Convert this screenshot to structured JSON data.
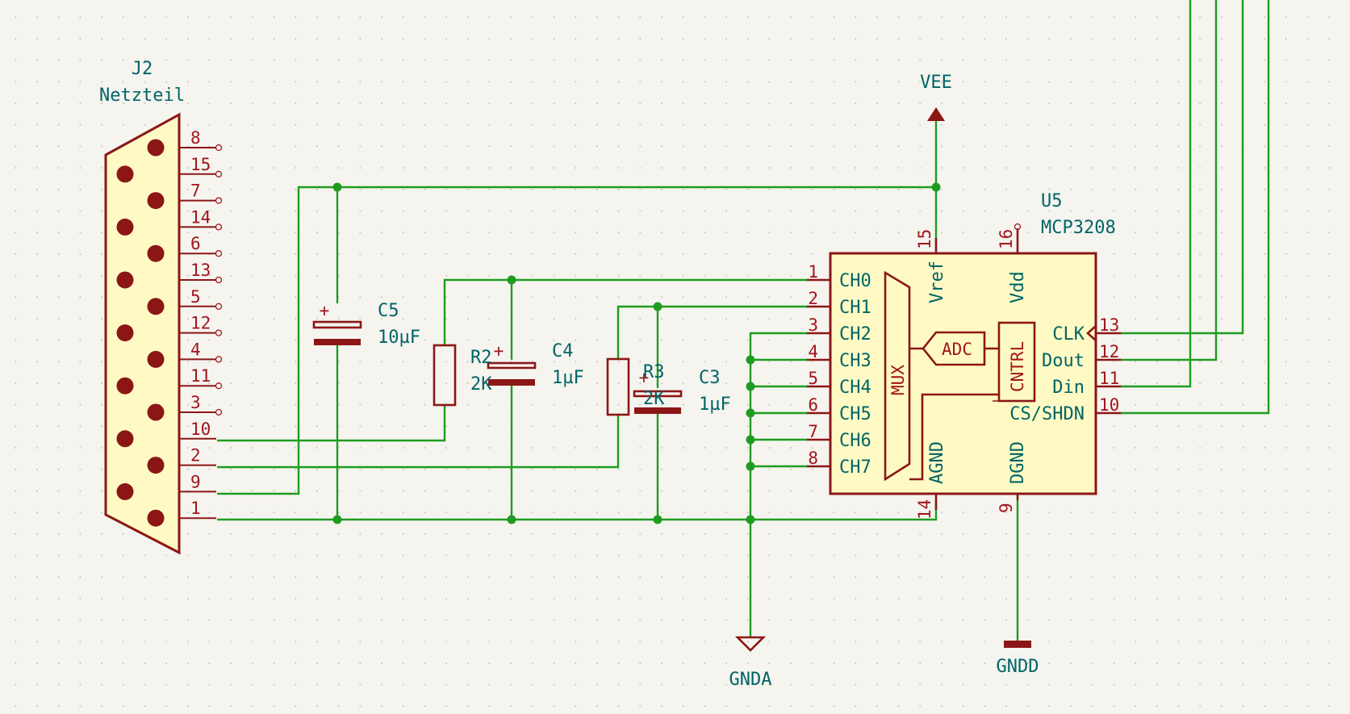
{
  "connector": {
    "ref": "J2",
    "value": "Netzteil",
    "pins": [
      "8",
      "15",
      "7",
      "14",
      "6",
      "13",
      "5",
      "12",
      "4",
      "11",
      "3",
      "10",
      "2",
      "9",
      "1"
    ]
  },
  "capacitors": [
    {
      "ref": "C5",
      "value": "10µF"
    },
    {
      "ref": "C4",
      "value": "1µF"
    },
    {
      "ref": "C3",
      "value": "1µF"
    }
  ],
  "resistors": [
    {
      "ref": "R2",
      "value": "2K"
    },
    {
      "ref": "R3",
      "value": "2K"
    }
  ],
  "power": {
    "vee": "VEE",
    "gnda": "GNDA",
    "gndd": "GNDD"
  },
  "ic": {
    "ref": "U5",
    "value": "MCP3208",
    "left_pins": [
      {
        "num": "1",
        "name": "CH0"
      },
      {
        "num": "2",
        "name": "CH1"
      },
      {
        "num": "3",
        "name": "CH2"
      },
      {
        "num": "4",
        "name": "CH3"
      },
      {
        "num": "5",
        "name": "CH4"
      },
      {
        "num": "6",
        "name": "CH5"
      },
      {
        "num": "7",
        "name": "CH6"
      },
      {
        "num": "8",
        "name": "CH7"
      }
    ],
    "right_pins": [
      {
        "num": "13",
        "name": "CLK"
      },
      {
        "num": "12",
        "name": "Dout"
      },
      {
        "num": "11",
        "name": "Din"
      },
      {
        "num": "10",
        "name": "CS/SHDN"
      }
    ],
    "top_pins": [
      {
        "num": "15",
        "name": "Vref"
      },
      {
        "num": "16",
        "name": "Vdd"
      }
    ],
    "bottom_pins": [
      {
        "num": "14",
        "name": "AGND"
      },
      {
        "num": "9",
        "name": "DGND"
      }
    ],
    "blocks": {
      "mux": "MUX",
      "adc": "ADC",
      "ctrl": "CNTRL"
    }
  }
}
